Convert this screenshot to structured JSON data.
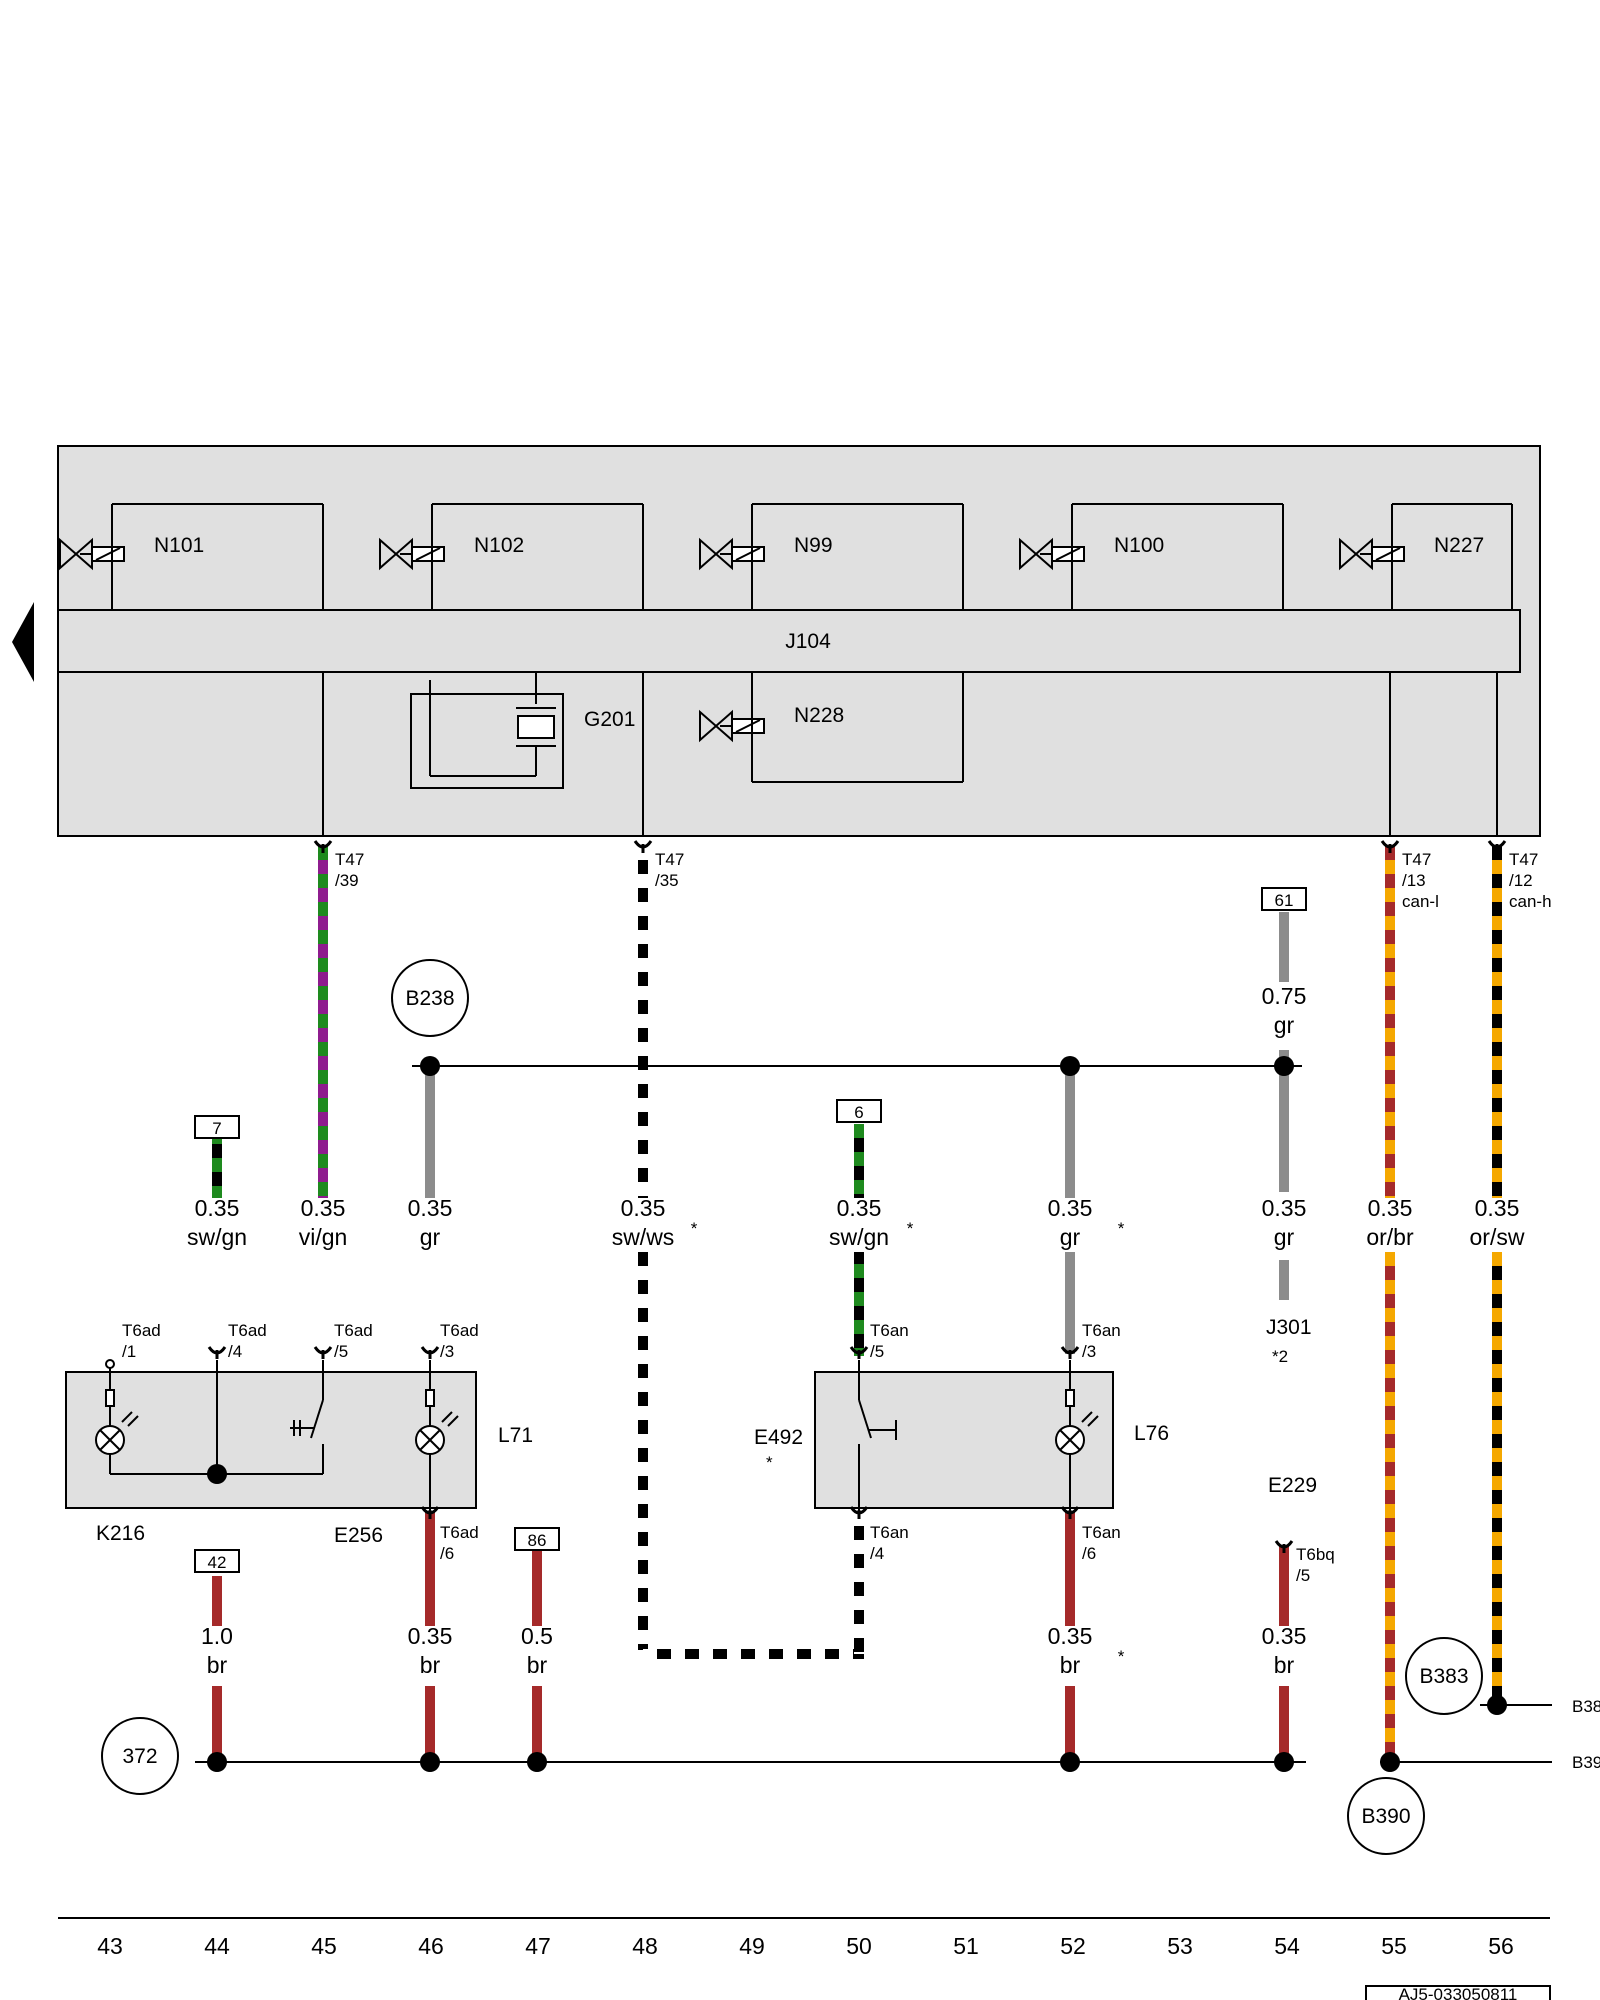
{
  "components": {
    "n101": "N101",
    "n102": "N102",
    "n99": "N99",
    "n100": "N100",
    "n227": "N227",
    "j104": "J104",
    "g201": "G201",
    "n228": "N228",
    "l71": "L71",
    "k216": "K216",
    "e256": "E256",
    "e492": "E492",
    "e492_mark": "*",
    "l76": "L76",
    "e229": "E229",
    "j301": "J301",
    "j301_note": "*2"
  },
  "wires": [
    {
      "size": "0.35",
      "color": "sw/gn",
      "stripe": [
        "#000000",
        "#1e8a1e"
      ],
      "asterisk": ""
    },
    {
      "size": "0.35",
      "color": "vi/gn",
      "stripe": [
        "#8e1c8e",
        "#1e8a1e"
      ],
      "asterisk": ""
    },
    {
      "size": "0.35",
      "color": "gr",
      "stripe": [
        "#8c8c8c",
        "#8c8c8c"
      ],
      "asterisk": ""
    },
    {
      "size": "0.35",
      "color": "sw/ws",
      "stripe": [
        "#000000",
        "#ffffff"
      ],
      "asterisk": "*"
    },
    {
      "size": "0.35",
      "color": "sw/gn",
      "stripe": [
        "#000000",
        "#1e8a1e"
      ],
      "asterisk": "*"
    },
    {
      "size": "0.35",
      "color": "gr",
      "stripe": [
        "#8c8c8c",
        "#8c8c8c"
      ],
      "asterisk": "*"
    },
    {
      "size": "0.35",
      "color": "gr",
      "stripe": [
        "#8c8c8c",
        "#8c8c8c"
      ],
      "asterisk": ""
    },
    {
      "size": "0.35",
      "color": "or/br",
      "stripe": [
        "#f5a800",
        "#a52a2a"
      ],
      "asterisk": ""
    },
    {
      "size": "0.35",
      "color": "or/sw",
      "stripe": [
        "#f5a800",
        "#000000"
      ],
      "asterisk": ""
    },
    {
      "size": "0.75",
      "color": "gr",
      "stripe": [
        "#8c8c8c",
        "#8c8c8c"
      ],
      "asterisk": ""
    },
    {
      "size": "1.0",
      "color": "br",
      "stripe": [
        "#a52a2a",
        "#a52a2a"
      ],
      "asterisk": ""
    },
    {
      "size": "0.35",
      "color": "br",
      "stripe": [
        "#a52a2a",
        "#a52a2a"
      ],
      "asterisk": ""
    },
    {
      "size": "0.5",
      "color": "br",
      "stripe": [
        "#a52a2a",
        "#a52a2a"
      ],
      "asterisk": ""
    },
    {
      "size": "0.35",
      "color": "br",
      "stripe": [
        "#a52a2a",
        "#a52a2a"
      ],
      "asterisk": "*"
    },
    {
      "size": "0.35",
      "color": "br",
      "stripe": [
        "#a52a2a",
        "#a52a2a"
      ],
      "asterisk": ""
    }
  ],
  "connectors": [
    {
      "name": "T47",
      "pin": "/39",
      "extra": ""
    },
    {
      "name": "T47",
      "pin": "/35",
      "extra": ""
    },
    {
      "name": "T47",
      "pin": "/13",
      "extra": "can-l"
    },
    {
      "name": "T47",
      "pin": "/12",
      "extra": "can-h"
    },
    {
      "name": "T6ad",
      "pin": "/1",
      "extra": ""
    },
    {
      "name": "T6ad",
      "pin": "/4",
      "extra": ""
    },
    {
      "name": "T6ad",
      "pin": "/5",
      "extra": ""
    },
    {
      "name": "T6ad",
      "pin": "/3",
      "extra": ""
    },
    {
      "name": "T6an",
      "pin": "/5",
      "extra": ""
    },
    {
      "name": "T6an",
      "pin": "/3",
      "extra": ""
    },
    {
      "name": "T6ad",
      "pin": "/6",
      "extra": ""
    },
    {
      "name": "T6an",
      "pin": "/4",
      "extra": ""
    },
    {
      "name": "T6an",
      "pin": "/6",
      "extra": ""
    },
    {
      "name": "T6bq",
      "pin": "/5",
      "extra": ""
    }
  ],
  "references": [
    "7",
    "6",
    "61",
    "42",
    "86"
  ],
  "connection_points": [
    "B238",
    "372",
    "B383",
    "B390"
  ],
  "line_refs": [
    "B38",
    "B39"
  ],
  "columns": [
    "43",
    "44",
    "45",
    "46",
    "47",
    "48",
    "49",
    "50",
    "51",
    "52",
    "53",
    "54",
    "55",
    "56"
  ],
  "footer_code": "AJ5-033050811"
}
